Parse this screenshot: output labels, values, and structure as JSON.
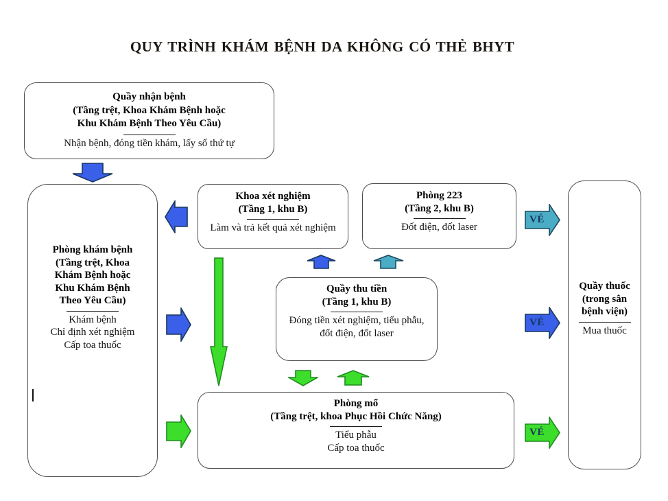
{
  "title": "QUY TRÌNH KHÁM BỆNH DA KHÔNG CÓ THẺ BHYT",
  "boxes": {
    "reception": {
      "title": "Quầy nhận bệnh\n(Tầng trệt, Khoa Khám Bệnh hoặc\nKhu Khám Bệnh Theo Yêu Cầu)",
      "body": "Nhận bệnh, đóng tiền khám, lấy số thứ tự"
    },
    "exam_room": {
      "title": "Phòng khám bệnh\n(Tầng trệt, Khoa\nKhám Bệnh hoặc\nKhu Khám Bệnh\nTheo Yêu Cầu)",
      "body": "Khám bệnh\nChỉ định xét nghiệm\nCấp toa thuốc"
    },
    "lab": {
      "title": "Khoa xét nghiệm\n(Tầng 1, khu B)",
      "body": "Làm và trả kết quả xét nghiệm"
    },
    "room_223": {
      "title": "Phòng 223\n(Tầng 2, khu B)",
      "body": "Đốt điện, đốt laser"
    },
    "cashier": {
      "title": "Quầy thu tiền\n(Tầng 1, khu B)",
      "body": "Đóng tiền xét nghiệm, tiểu phẫu,\nđốt điện, đốt laser"
    },
    "surgery": {
      "title": "Phòng mổ\n(Tầng trệt, khoa Phục Hồi Chức Năng)",
      "body": "Tiểu phẫu\nCấp toa thuốc"
    },
    "pharmacy": {
      "title": "Quầy thuốc\n(trong sân\nbệnh viện)",
      "body": "Mua thuốc"
    }
  },
  "connectors": [
    {
      "from": "reception",
      "to": "exam_room",
      "color": "blue",
      "direction": "down"
    },
    {
      "from": "lab",
      "to": "exam_room",
      "color": "blue",
      "direction": "left"
    },
    {
      "from": "exam_room",
      "to": "cashier",
      "color": "blue",
      "direction": "right"
    },
    {
      "from": "exam_room",
      "to": "surgery",
      "color": "green",
      "direction": "down"
    },
    {
      "from": "cashier",
      "to": "lab",
      "color": "blue",
      "direction": "up"
    },
    {
      "from": "cashier",
      "to": "room_223",
      "color": "teal",
      "direction": "up"
    },
    {
      "from": "cashier",
      "to": "surgery",
      "color": "green",
      "direction": "down"
    },
    {
      "from": "surgery",
      "to": "cashier",
      "color": "green",
      "direction": "up"
    },
    {
      "from": "exam_room",
      "to": "surgery_entry",
      "color": "green",
      "direction": "right"
    },
    {
      "from": "room_223",
      "to": "pharmacy",
      "color": "teal",
      "direction": "right",
      "label": "VÉ"
    },
    {
      "from": "cashier",
      "to": "pharmacy",
      "color": "blue",
      "direction": "right",
      "label": "VÉ"
    },
    {
      "from": "surgery",
      "to": "pharmacy",
      "color": "green",
      "direction": "right",
      "label": "VÉ"
    }
  ],
  "colors": {
    "blue": "#3A5FE8",
    "teal": "#4BACC6",
    "green": "#3CDE2B",
    "box_border": "#4d4d4d",
    "ticket_text": "#17375E"
  }
}
